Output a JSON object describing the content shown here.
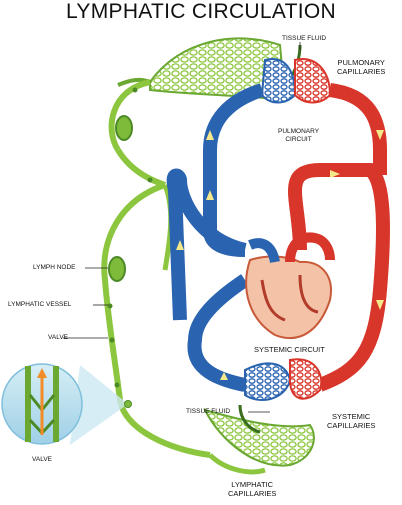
{
  "title": "LYMPHATIC CIRCULATION",
  "labels": {
    "tissue_fluid_top": "TISSUE FLUID",
    "pulmonary_capillaries_1": "PULMONARY",
    "pulmonary_capillaries_2": "CAPILLARIES",
    "pulmonary_circuit_1": "PULMONARY",
    "pulmonary_circuit_2": "CIRCUIT",
    "lymph_node": "LYMPH NODE",
    "lymphatic_vessel": "LYMPHATIC VESSEL",
    "valve_left": "VALVE",
    "valve_inset": "VALVE",
    "systemic_circuit": "SYSTEMIC CIRCUIT",
    "tissue_fluid_bottom": "TISSUE FLUID",
    "systemic_capillaries_1": "SYSTEMIC",
    "systemic_capillaries_2": "CAPILLARIES",
    "lymphatic_capillaries_1": "LYMPHATIC",
    "lymphatic_capillaries_2": "CAPILLARIES"
  },
  "colors": {
    "lymph": "#8cc63f",
    "lymph_dark": "#4c8a26",
    "deoxygenated": "#2a63b0",
    "oxygenated": "#d9362b",
    "flow_arrow": "#f4e98a"
  }
}
